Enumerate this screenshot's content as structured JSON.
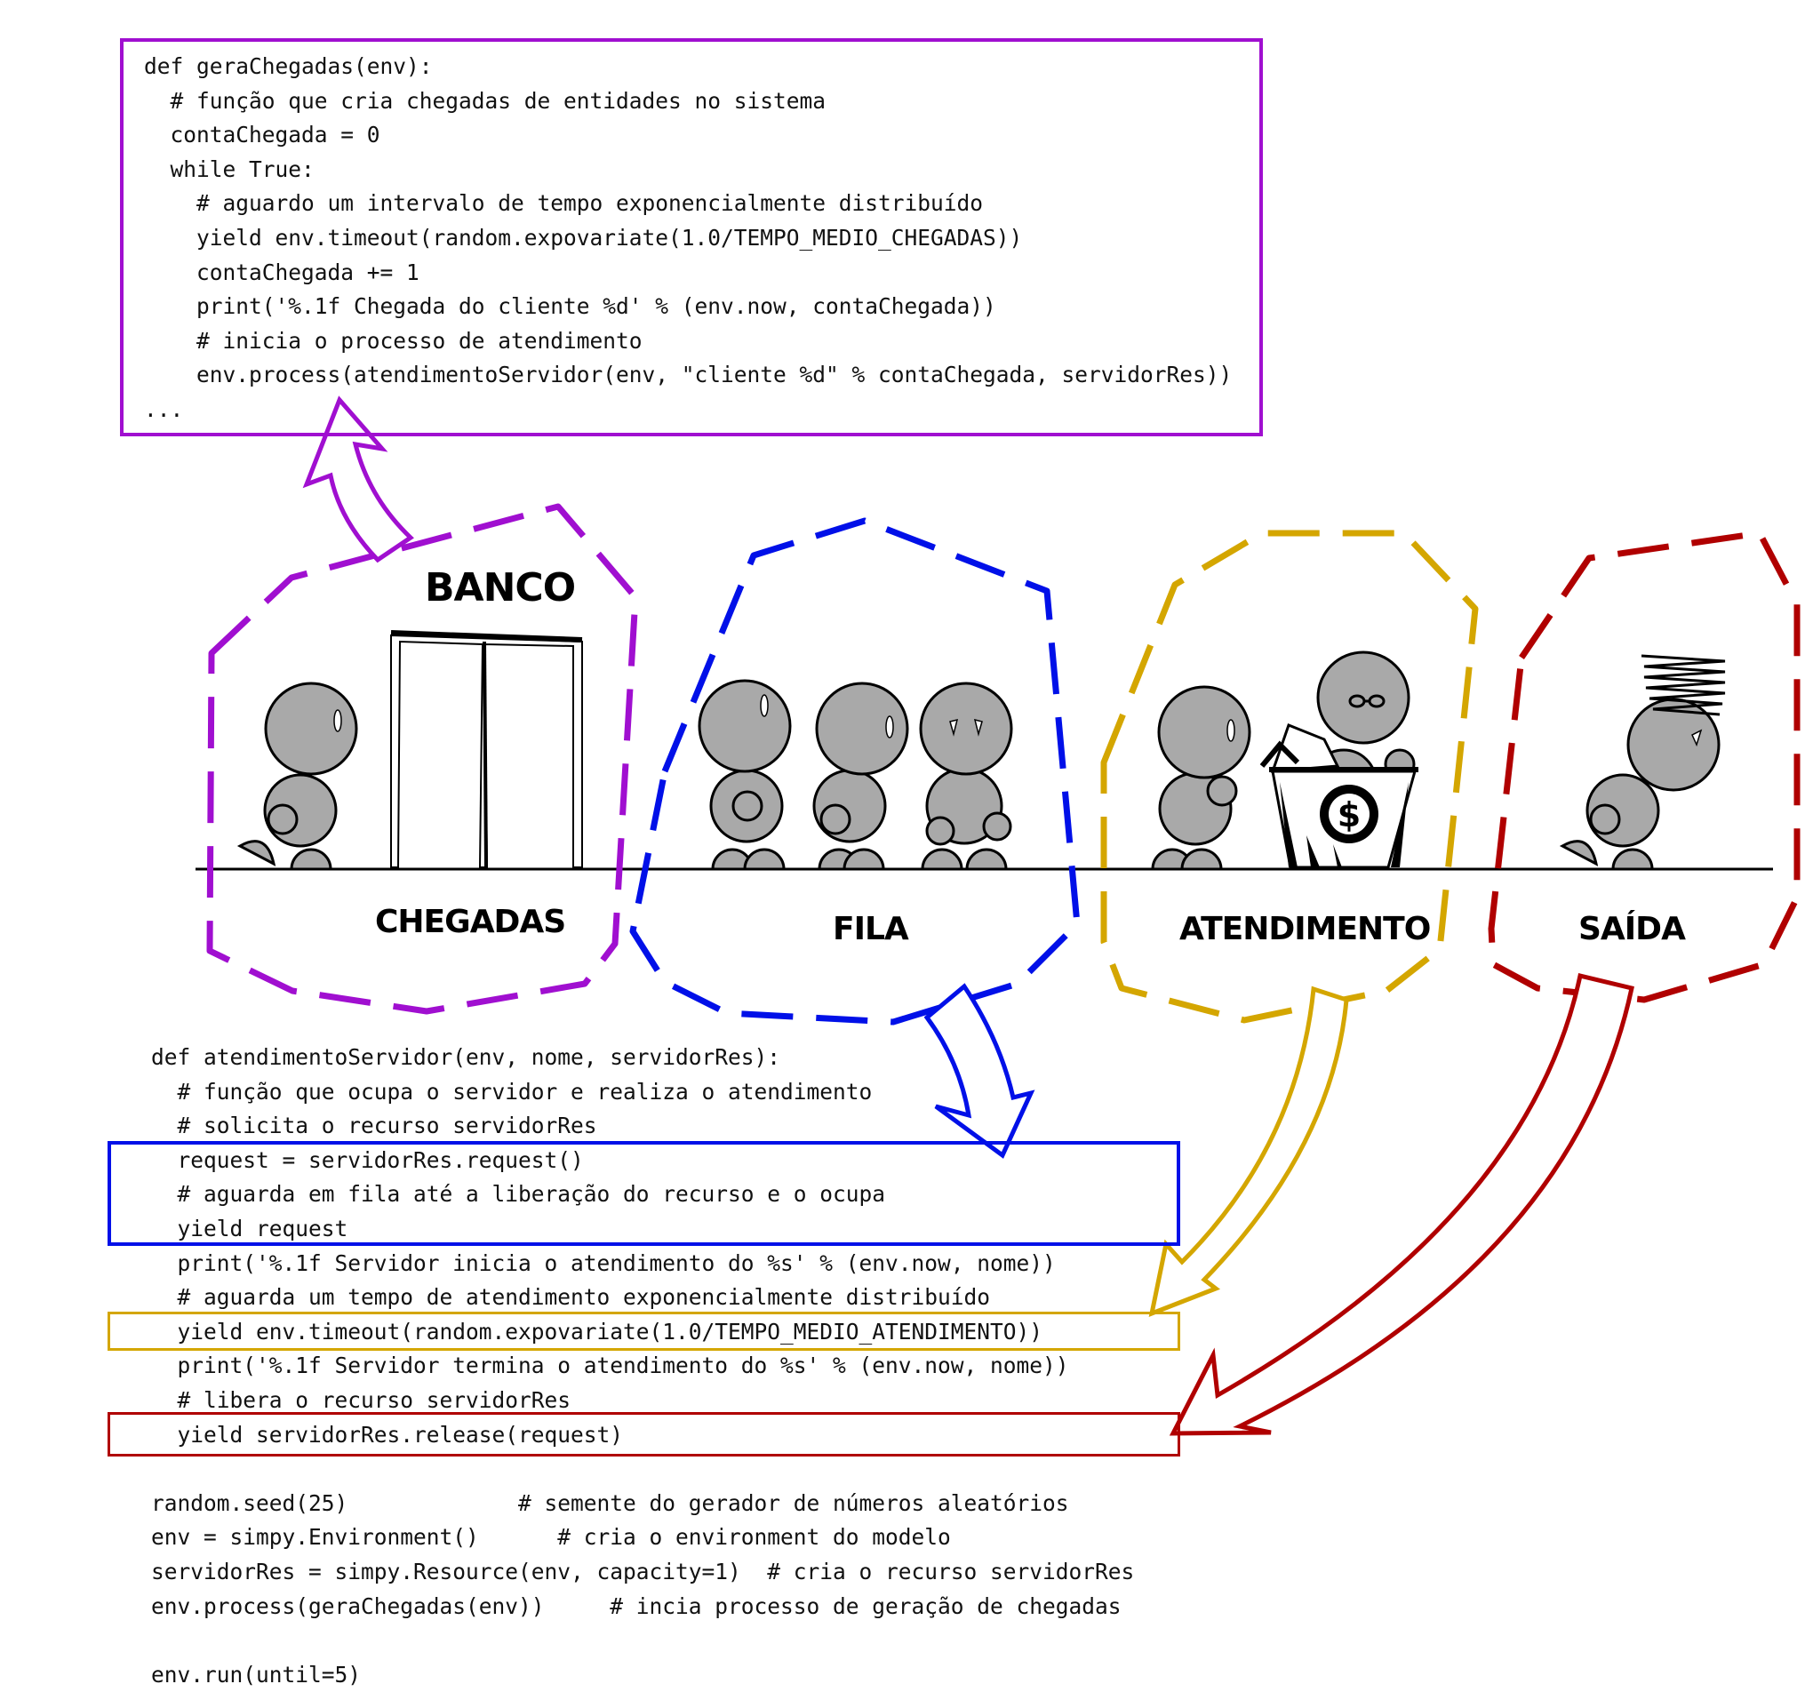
{
  "colors": {
    "chegadas": "#a00fd0",
    "fila": "#0010e8",
    "atendimento": "#d4a600",
    "saida": "#b00000",
    "person_fill": "#a9a9a9",
    "ink": "#000000"
  },
  "labels": {
    "banco": "BANCO",
    "chegadas": "CHEGADAS",
    "fila": "FILA",
    "atendimento": "ATENDIMENTO",
    "saida": "SAÍDA",
    "money_symbol": "$"
  },
  "code_top": [
    "def geraChegadas(env):",
    "  # função que cria chegadas de entidades no sistema",
    "  contaChegada = 0",
    "  while True:",
    "    # aguardo um intervalo de tempo exponencialmente distribuído",
    "    yield env.timeout(random.expovariate(1.0/TEMPO_MEDIO_CHEGADAS))",
    "    contaChegada += 1",
    "    print('%.1f Chegada do cliente %d' % (env.now, contaChegada))",
    "    # inicia o processo de atendimento",
    "    env.process(atendimentoServidor(env, \"cliente %d\" % contaChegada, servidorRes))",
    "..."
  ],
  "code_bottom": [
    "def atendimentoServidor(env, nome, servidorRes):",
    "  # função que ocupa o servidor e realiza o atendimento",
    "  # solicita o recurso servidorRes",
    "  request = servidorRes.request()",
    "  # aguarda em fila até a liberação do recurso e o ocupa",
    "  yield request",
    "  print('%.1f Servidor inicia o atendimento do %s' % (env.now, nome))",
    "  # aguarda um tempo de atendimento exponencialmente distribuído",
    "  yield env.timeout(random.expovariate(1.0/TEMPO_MEDIO_ATENDIMENTO))",
    "  print('%.1f Servidor termina o atendimento do %s' % (env.now, nome))",
    "  # libera o recurso servidorRes",
    "  yield servidorRes.release(request)",
    "",
    "random.seed(25)             # semente do gerador de números aleatórios",
    "env = simpy.Environment()      # cria o environment do modelo",
    "servidorRes = simpy.Resource(env, capacity=1)  # cria o recurso servidorRes",
    "env.process(geraChegadas(env))     # incia processo de geração de chegadas",
    "",
    "env.run(until=5)"
  ]
}
